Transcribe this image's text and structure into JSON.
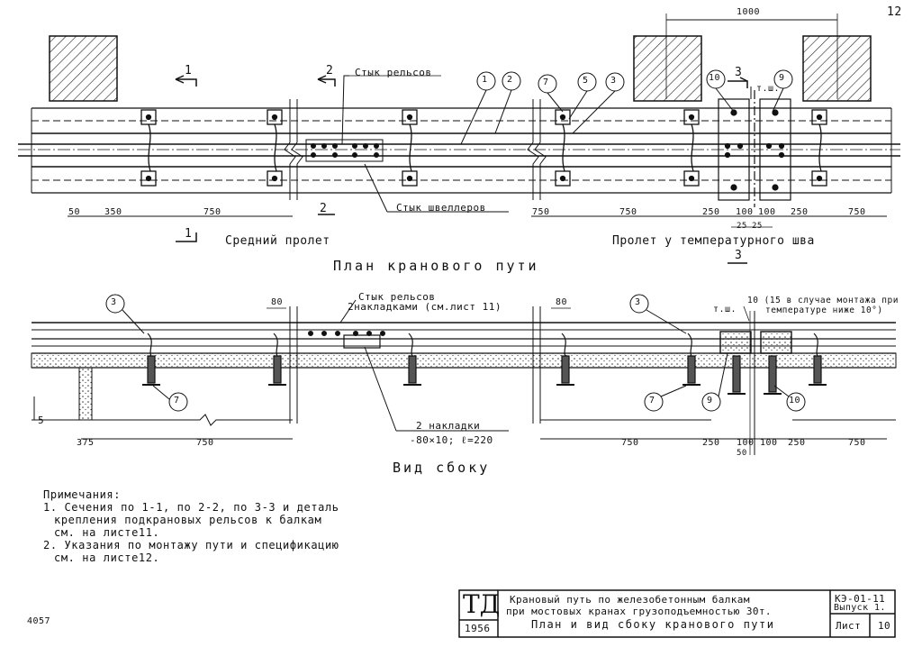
{
  "page_number": "12",
  "plan": {
    "title": "План кранового пути",
    "left_span_caption": "Средний пролет",
    "right_span_caption": "Пролет у температурного шва",
    "rail_joint_label": "Стык рельсов",
    "channel_joint_label": "Стык швеллеров",
    "tsh_label": "т.ш.",
    "top_dim": "1000",
    "section_marks": [
      "1",
      "2",
      "3"
    ],
    "callouts": [
      "1",
      "2",
      "7",
      "5",
      "3",
      "10",
      "9"
    ],
    "dims_left": [
      "50",
      "350",
      "750"
    ],
    "dims_right": [
      "750",
      "750",
      "250",
      "100",
      "100",
      "250",
      "750"
    ],
    "dims_small": [
      "25",
      "25"
    ]
  },
  "side": {
    "title": "Вид сбоку",
    "rail_joint_label_1": "Стык рельсов",
    "rail_joint_label_2": "2накладками (см.лист 11)",
    "tsh_label": "т.ш.",
    "gap_note_1": "10 (15 в случае монтажа при",
    "gap_note_2": "температуре ниже 10°)",
    "plates_label_1": "2 накладки",
    "plates_label_2": "-80×10; ℓ=220",
    "dim_80a": "80",
    "dim_80b": "80",
    "dims_left": [
      "375",
      "750"
    ],
    "dims_right": [
      "750",
      "250",
      "100",
      "100",
      "250",
      "750"
    ],
    "dim_50": "50",
    "level_mark": "5",
    "callouts": [
      "3",
      "7",
      "3",
      "7",
      "9",
      "10"
    ]
  },
  "notes": {
    "heading": "Примечания:",
    "line1": "1. Сечения по 1-1, по 2-2, по 3-3 и деталь",
    "line2": "крепления подкрановых рельсов к балкам",
    "line3": "см. на листе11.",
    "line4": "2. Указания по монтажу пути и спецификацию",
    "line5": "см. на листе12."
  },
  "title_block": {
    "logo": "ТД",
    "year": "1956",
    "line1": "Крановый путь по железобетонным балкам",
    "line2": "при мостовых кранах грузоподъемностью 30т.",
    "line3": "План и вид сбоку кранового пути",
    "code": "КЭ-01-11",
    "issue": "Выпуск 1.",
    "sheet_label": "Лист",
    "sheet_no": "10"
  },
  "archive_no": "4057"
}
